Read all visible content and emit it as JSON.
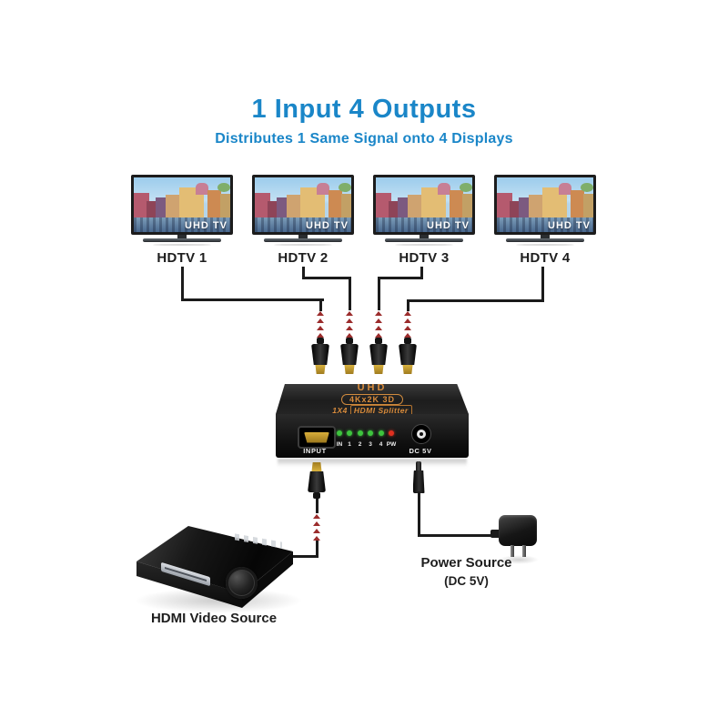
{
  "colors": {
    "accent_blue": "#1a86c8",
    "chevron_red": "#9b2c2c",
    "cable_black": "#1b1b1b",
    "hdmi_gold": "#c99b2e",
    "box_text_orange": "#d98c3c",
    "led_green": "#3ec43e",
    "led_red": "#e03020"
  },
  "header": {
    "title": "1 Input 4 Outputs",
    "subtitle": "Distributes 1 Same Signal onto 4 Displays"
  },
  "tvs": [
    {
      "label": "HDTV 1",
      "screen_text": "UHD TV"
    },
    {
      "label": "HDTV 2",
      "screen_text": "UHD TV"
    },
    {
      "label": "HDTV 3",
      "screen_text": "UHD TV"
    },
    {
      "label": "HDTV 4",
      "screen_text": "UHD TV"
    }
  ],
  "splitter": {
    "brand_line": "UHD",
    "spec_line": "4Kx2K 3D",
    "model_prefix": "1X4",
    "model_name": "HDMI Splitter",
    "input_label": "INPUT",
    "leds": [
      {
        "label": "IN",
        "color": "green"
      },
      {
        "label": "1",
        "color": "green"
      },
      {
        "label": "2",
        "color": "green"
      },
      {
        "label": "3",
        "color": "green"
      },
      {
        "label": "4",
        "color": "green"
      },
      {
        "label": "PW",
        "color": "red"
      }
    ],
    "dc_label": "DC 5V"
  },
  "source": {
    "label": "HDMI Video Source"
  },
  "power": {
    "label": "Power Source",
    "sublabel": "(DC 5V)"
  }
}
